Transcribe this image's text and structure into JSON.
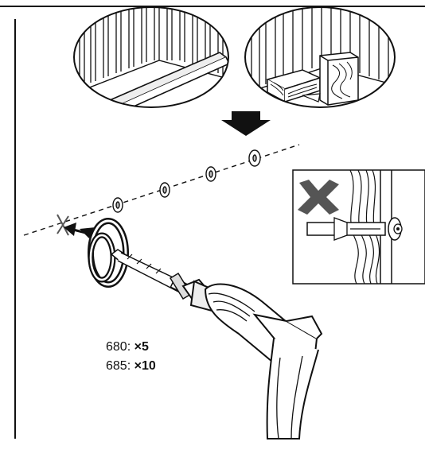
{
  "quantities": [
    {
      "model": "680:",
      "count": "×5"
    },
    {
      "model": "685:",
      "count": "×10"
    }
  ],
  "colors": {
    "line": "#111111",
    "tint": "#d8d8d8",
    "cross": "#555555"
  },
  "icons": [
    "down-arrow-icon",
    "cross-mark-icon",
    "rotation-arrow-icon",
    "drill-icon"
  ]
}
